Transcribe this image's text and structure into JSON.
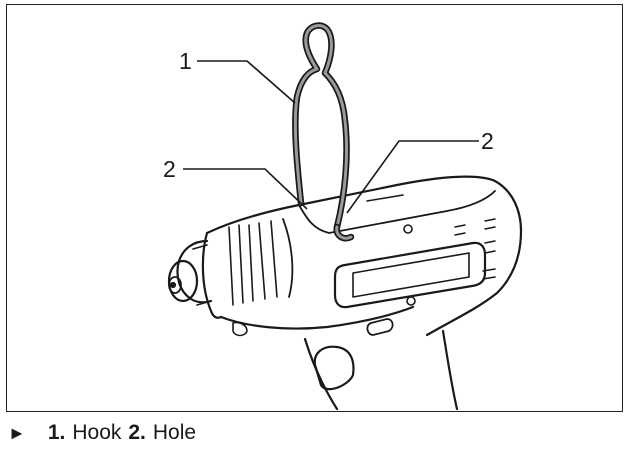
{
  "figure": {
    "callouts": [
      {
        "number": "1",
        "target": "hook"
      },
      {
        "number": "2",
        "target": "hole"
      },
      {
        "number": "2",
        "target": "hole"
      }
    ],
    "icons": [
      "power-tool-illustration",
      "hook-icon"
    ]
  },
  "caption": {
    "marker": "►",
    "items": [
      {
        "number": "1.",
        "label": "Hook"
      },
      {
        "number": "2.",
        "label": "Hole"
      }
    ]
  },
  "colors": {
    "line": "#1a1a1a",
    "hook_fill": "#9a9a9a",
    "background": "#ffffff"
  }
}
